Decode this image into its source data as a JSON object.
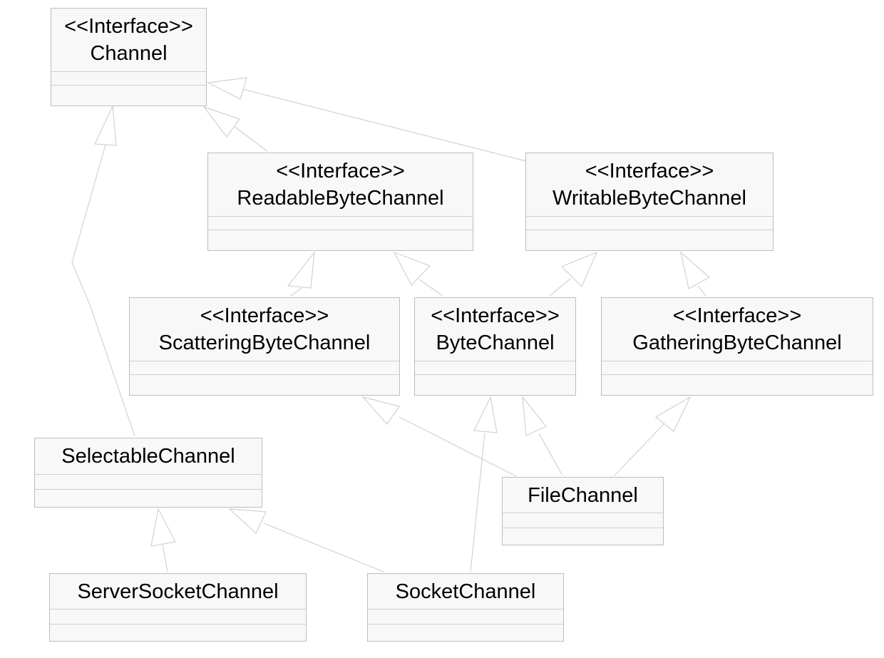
{
  "diagram": {
    "classes": {
      "channel": {
        "stereotype": "<<Interface>>",
        "name": "Channel"
      },
      "readable": {
        "stereotype": "<<Interface>>",
        "name": "ReadableByteChannel"
      },
      "writable": {
        "stereotype": "<<Interface>>",
        "name": "WritableByteChannel"
      },
      "scattering": {
        "stereotype": "<<Interface>>",
        "name": "ScatteringByteChannel"
      },
      "bytechannel": {
        "stereotype": "<<Interface>>",
        "name": "ByteChannel"
      },
      "gathering": {
        "stereotype": "<<Interface>>",
        "name": "GatheringByteChannel"
      },
      "selectable": {
        "name": "SelectableChannel"
      },
      "filechannel": {
        "name": "FileChannel"
      },
      "serversocket": {
        "name": "ServerSocketChannel"
      },
      "socketchannel": {
        "name": "SocketChannel"
      }
    },
    "relations": [
      {
        "type": "realization",
        "from": "readable",
        "to": "channel"
      },
      {
        "type": "realization",
        "from": "writable",
        "to": "channel"
      },
      {
        "type": "realization",
        "from": "selectable",
        "to": "channel"
      },
      {
        "type": "realization",
        "from": "scattering",
        "to": "readable"
      },
      {
        "type": "realization",
        "from": "bytechannel",
        "to": "readable"
      },
      {
        "type": "realization",
        "from": "bytechannel",
        "to": "writable"
      },
      {
        "type": "realization",
        "from": "gathering",
        "to": "writable"
      },
      {
        "type": "realization",
        "from": "filechannel",
        "to": "scattering"
      },
      {
        "type": "realization",
        "from": "filechannel",
        "to": "bytechannel"
      },
      {
        "type": "realization",
        "from": "filechannel",
        "to": "gathering"
      },
      {
        "type": "realization",
        "from": "socketchannel",
        "to": "bytechannel"
      },
      {
        "type": "realization",
        "from": "serversocket",
        "to": "selectable"
      },
      {
        "type": "realization",
        "from": "socketchannel",
        "to": "selectable"
      }
    ],
    "colors": {
      "box_fill": "#f8f8f8",
      "box_border": "#bdbdbd",
      "edge": "#d2d2d2",
      "text": "#000000"
    }
  }
}
